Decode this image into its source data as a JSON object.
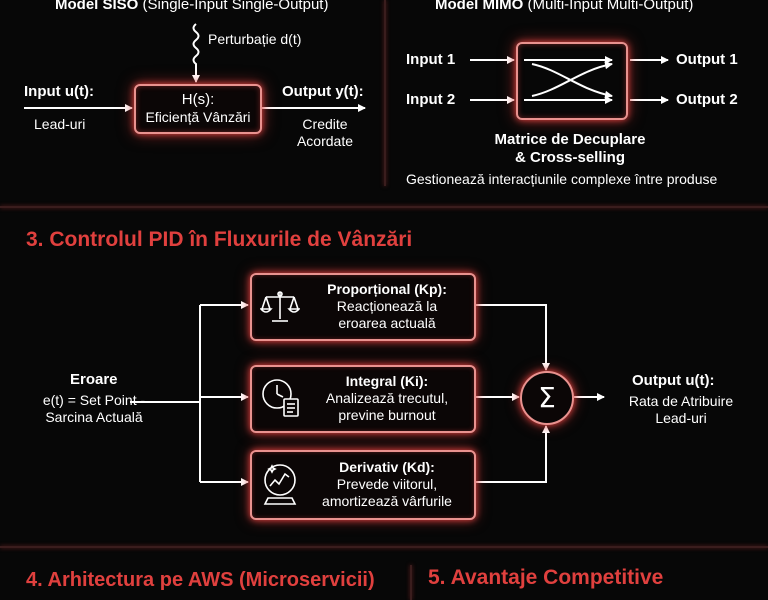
{
  "siso": {
    "title": "Model SISO",
    "subtitle": "(Single-Input Single-Output)",
    "disturbance": "Perturbație d(t)",
    "input_label": "Input u(t):",
    "input_desc": "Lead-uri",
    "block_title": "H(s):",
    "block_desc": "Eficiență Vânzări",
    "output_label": "Output y(t):",
    "output_desc_1": "Credite",
    "output_desc_2": "Acordate"
  },
  "mimo": {
    "title": "Model MIMO",
    "subtitle": "(Multi-Input Multi-Output)",
    "input_1": "Input 1",
    "input_2": "Input 2",
    "output_1": "Output 1",
    "output_2": "Output 2",
    "matrix_title_1": "Matrice de Decuplare",
    "matrix_title_2": "& Cross-selling",
    "matrix_desc": "Gestionează interacțiunile complexe între produse"
  },
  "pid": {
    "section_title": "3. Controlul PID în Fluxurile de Vânzări",
    "error_label": "Eroare",
    "error_desc_1": "e(t) = Set Point -",
    "error_desc_2": "Sarcina Actuală",
    "p_title": "Proporțional (Kp):",
    "p_desc_1": "Reacționează la",
    "p_desc_2": "eroarea actuală",
    "i_title": "Integral (Ki):",
    "i_desc_1": "Analizează trecutul,",
    "i_desc_2": "previne burnout",
    "d_title": "Derivativ (Kd):",
    "d_desc_1": "Prevede viitorul,",
    "d_desc_2": "amortizează vârfurile",
    "sum_symbol": "Σ",
    "output_label": "Output u(t):",
    "output_desc_1": "Rata de Atribuire",
    "output_desc_2": "Lead-uri"
  },
  "section4_title": "4. Arhitectura pe AWS (Microservicii)",
  "section5_title": "5. Avantaje Competitive",
  "colors": {
    "background": "#070707",
    "accent": "#e0403e",
    "glow_border": "#e9928f",
    "text": "#ffffff"
  },
  "icons": [
    "scales-icon",
    "clock-document-icon",
    "crystal-ball-icon"
  ]
}
